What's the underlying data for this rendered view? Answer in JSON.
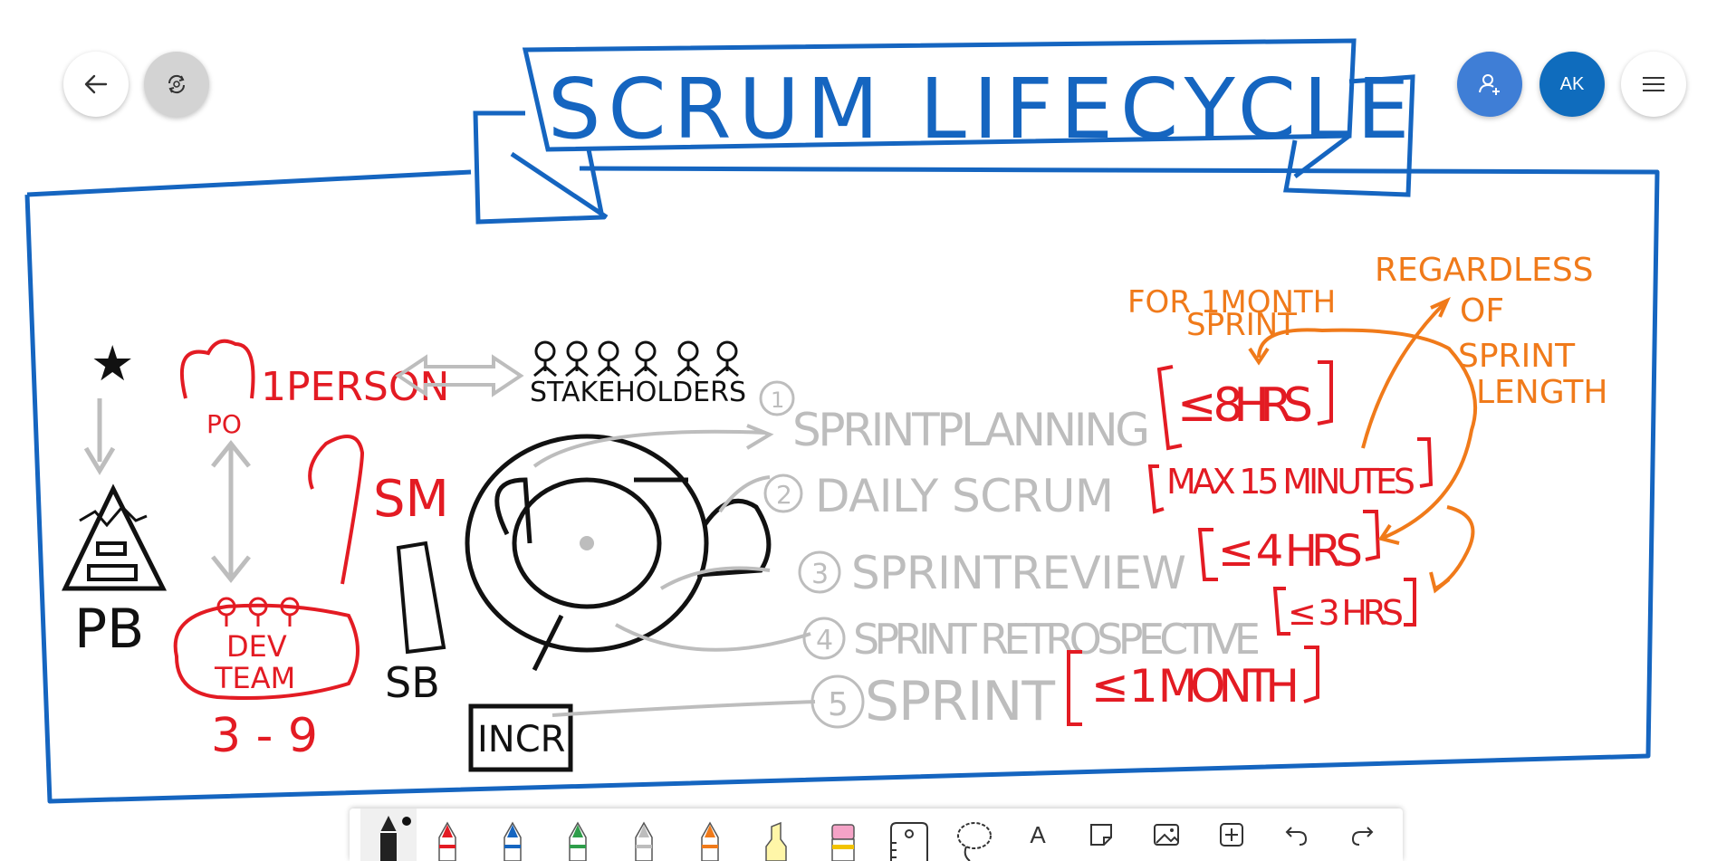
{
  "board": {
    "title": "SCRUM LIFECYCLE",
    "left": {
      "star": "★",
      "pb": "PB",
      "po_count": "1PERSON",
      "po": "PO",
      "stakeholders": "STAKEHOLDERS",
      "sm": "SM",
      "dev_team": [
        "DEV",
        "TEAM"
      ],
      "team_size": "3 - 9",
      "sb": "SB",
      "incr": "INCR"
    },
    "events": [
      {
        "num": "1",
        "name": "SPRINTPLANNING",
        "limit": "≤ 8HRS"
      },
      {
        "num": "2",
        "name": "DAILY SCRUM",
        "limit": "MAX 15 MINUTES"
      },
      {
        "num": "3",
        "name": "SPRINTREVIEW",
        "limit": "≤ 4 HRS"
      },
      {
        "num": "4",
        "name": "SPRINT RETROSPECTIVE",
        "limit": "≤ 3 HRS"
      },
      {
        "num": "5",
        "name": "SPRINT",
        "limit": "≤ 1 MONTH"
      }
    ],
    "notes": {
      "for_month": [
        "FOR 1MONTH",
        "SPRINT"
      ],
      "regardless": [
        "REGARDLESS",
        "OF",
        "SPRINT",
        "LENGTH"
      ]
    }
  },
  "top_controls": {
    "back_icon": "arrow-left-icon",
    "sync_icon": "sync-icon",
    "invite_icon": "person-add-icon",
    "avatar_initials": "AK",
    "menu_icon": "hamburger-icon"
  },
  "toolbar": {
    "tools": [
      "black-pen",
      "red-pen",
      "blue-pen",
      "green-pen",
      "gray-pen",
      "orange-pen",
      "highlighter",
      "eraser",
      "ruler",
      "lasso",
      "text",
      "sticky-note",
      "image",
      "add",
      "undo",
      "redo"
    ],
    "text_tool_label": "A"
  },
  "colors": {
    "blue": "#1565c0",
    "red": "#e31b23",
    "orange": "#f07a1a",
    "gray": "#bdbdbd",
    "black": "#111111"
  }
}
